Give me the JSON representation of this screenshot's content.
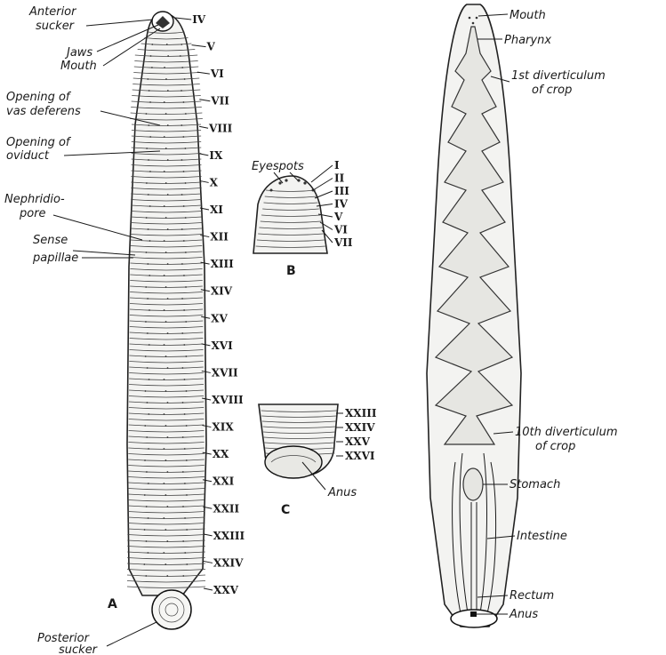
{
  "figure_a": {
    "panel_label": "A",
    "labels": {
      "anterior_sucker_1": "Anterior",
      "anterior_sucker_2": "sucker",
      "jaws": "Jaws",
      "mouth": "Mouth",
      "vas_deferens_1": "Opening of",
      "vas_deferens_2": "vas deferens",
      "oviduct_1": "Opening of",
      "oviduct_2": "oviduct",
      "nephridiopore_1": "Nephridio-",
      "nephridiopore_2": "pore",
      "sense_papillae_1": "Sense",
      "sense_papillae_2": "papillae",
      "posterior_sucker_1": "Posterior",
      "posterior_sucker_2": "sucker"
    },
    "segments": [
      "IV",
      "V",
      "VI",
      "VII",
      "VIII",
      "IX",
      "X",
      "XI",
      "XII",
      "XIII",
      "XIV",
      "XV",
      "XVI",
      "XVII",
      "XVIII",
      "XIX",
      "XX",
      "XXI",
      "XXII",
      "XXIII",
      "XXIV",
      "XXV"
    ]
  },
  "figure_b": {
    "panel_label": "B",
    "eyespots": "Eyespots",
    "segments": [
      "I",
      "II",
      "III",
      "IV",
      "V",
      "VI",
      "VII"
    ]
  },
  "figure_c": {
    "panel_label": "C",
    "anus": "Anus",
    "segments": [
      "XXIII",
      "XXIV",
      "XXV",
      "XXVI"
    ]
  },
  "figure_d": {
    "labels": {
      "mouth": "Mouth",
      "pharynx": "Pharynx",
      "first_div_1": "1st diverticulum",
      "first_div_2": "of crop",
      "tenth_div_1": "10th diverticulum",
      "tenth_div_2": "of crop",
      "stomach": "Stomach",
      "intestine": "Intestine",
      "rectum": "Rectum",
      "anus": "Anus"
    }
  }
}
